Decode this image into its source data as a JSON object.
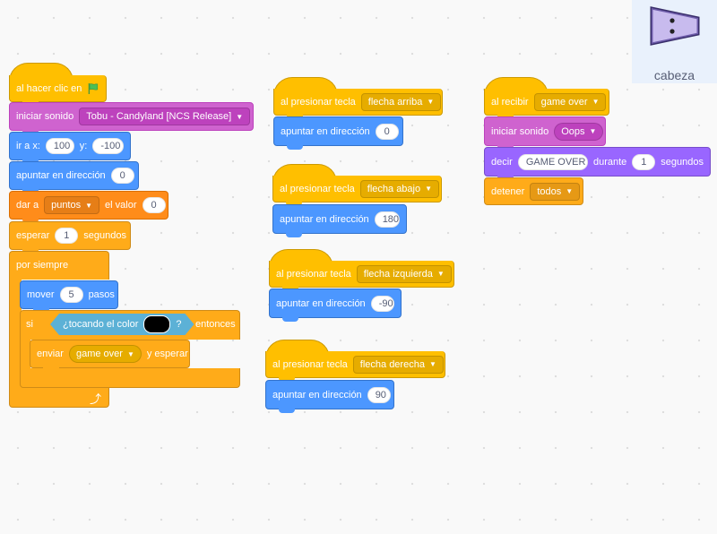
{
  "sprite": {
    "name": "cabeza",
    "icon": "sprite-arrow-costume-icon"
  },
  "script1": {
    "when_flag": "al hacer clic en",
    "play_sound": "iniciar sonido",
    "sound": "Tobu - Candyland [NCS Release]",
    "goto_label": "ir a x:",
    "goto_x": "100",
    "goto_y_label": "y:",
    "goto_y": "-100",
    "point_label": "apuntar en dirección",
    "point_value": "0",
    "set_label": "dar a",
    "set_var": "puntos",
    "set_value_label": "el valor",
    "set_value": "0",
    "wait_label": "esperar",
    "wait_value": "1",
    "wait_unit": "segundos",
    "forever": "por siempre",
    "move_label": "mover",
    "move_value": "5",
    "move_unit": "pasos",
    "if_label": "si",
    "touching_label": "¿tocando el color",
    "touching_q": "?",
    "then_label": "entonces",
    "broadcast_wait_label": "enviar",
    "broadcast_msg": "game over",
    "broadcast_wait_suffix": "y esperar",
    "loop_arrow": "⤴"
  },
  "script2": {
    "hat": "al presionar tecla",
    "key": "flecha arriba",
    "point_label": "apuntar en dirección",
    "value": "0"
  },
  "script3": {
    "hat": "al presionar tecla",
    "key": "flecha abajo",
    "point_label": "apuntar en dirección",
    "value": "180"
  },
  "script4": {
    "hat": "al presionar tecla",
    "key": "flecha izquierda",
    "point_label": "apuntar en dirección",
    "value": "-90"
  },
  "script5": {
    "hat": "al presionar tecla",
    "key": "flecha derecha",
    "point_label": "apuntar en dirección",
    "value": "90"
  },
  "script6": {
    "hat": "al recibir",
    "msg": "game over",
    "play_sound": "iniciar sonido",
    "sound": "Oops",
    "say_label": "decir",
    "say_text": "GAME OVER",
    "say_during": "durante",
    "say_secs": "1",
    "say_unit": "segundos",
    "stop_label": "detener",
    "stop_value": "todos"
  },
  "colors": {
    "events": "#ffbf00",
    "sound": "#cf63cf",
    "motion": "#4c97ff",
    "variables": "#ff8c1a",
    "control": "#ffab19",
    "looks": "#9966ff",
    "sensing": "#5cb1d6",
    "flag": "#4cbf56"
  }
}
